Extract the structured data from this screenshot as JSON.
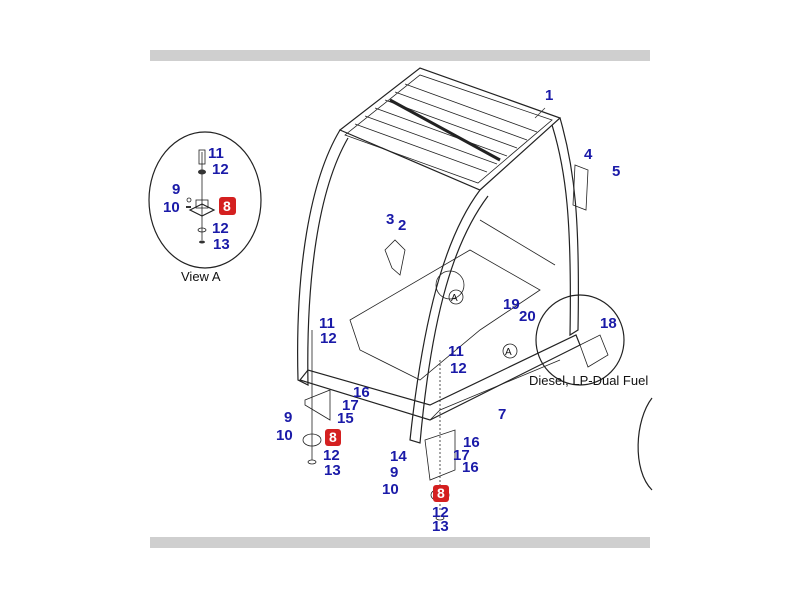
{
  "diagram": {
    "view_a_caption": "View A",
    "fuel_caption": "Diesel, LP-Dual Fuel",
    "detail_marker": "A",
    "highlight_color": "#d42020",
    "label_color": "#1a1aa8",
    "view_a_callouts": [
      "11",
      "12",
      "9",
      "10",
      "8",
      "12",
      "13"
    ],
    "main_callouts": [
      "1",
      "4",
      "5",
      "3",
      "2",
      "19",
      "20",
      "18",
      "11",
      "12",
      "11",
      "12",
      "16",
      "17",
      "15",
      "9",
      "10",
      "8",
      "12",
      "13",
      "7",
      "16",
      "17",
      "14",
      "16",
      "9",
      "10",
      "8",
      "12",
      "13"
    ]
  }
}
